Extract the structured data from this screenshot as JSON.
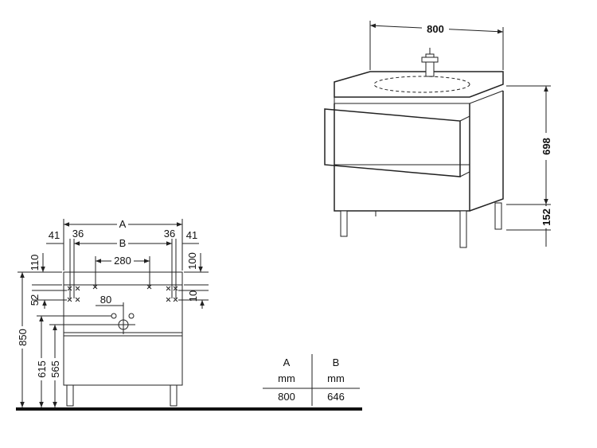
{
  "perspective_view": {
    "width": "800",
    "height_body": "698",
    "height_legs": "152"
  },
  "front_view": {
    "A": "A",
    "B": "B",
    "d41_left": "41",
    "d36_left": "36",
    "d36_right": "36",
    "d41_right": "41",
    "d280": "280",
    "d110": "110",
    "d100": "100",
    "d52": "52",
    "d10": "10",
    "d80": "80",
    "d850": "850",
    "d615": "615",
    "d565": "565"
  },
  "table": {
    "headers": [
      "A",
      "B"
    ],
    "units": [
      "mm",
      "mm"
    ],
    "values": [
      "800",
      "646"
    ]
  }
}
